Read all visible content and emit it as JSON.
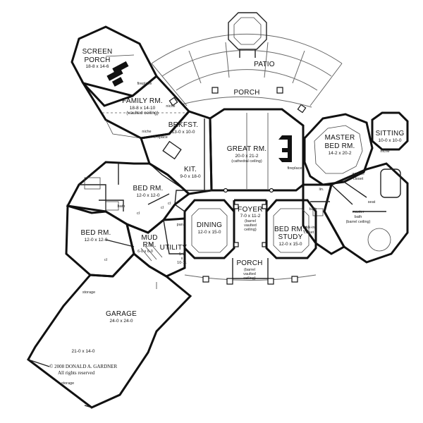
{
  "rooms": {
    "screen_porch": {
      "name_1": "SCREEN",
      "name_2": "PORCH",
      "dims": "18-8 x 14-6"
    },
    "family_rm": {
      "name": "FAMILY RM.",
      "dims": "18-8 x 14-10",
      "note": "(vaulted ceiling)"
    },
    "brkfst": {
      "name": "BRKFST.",
      "dims": "13-0 x 10-0"
    },
    "kit": {
      "name": "KIT.",
      "dims": "9-0 x 18-0"
    },
    "great_rm": {
      "name": "GREAT RM.",
      "dims": "20-0 x 21-2",
      "note": "(cathedral ceiling)"
    },
    "master_bed": {
      "name_1": "MASTER",
      "name_2": "BED RM.",
      "dims": "14-2 x 20-2"
    },
    "sitting": {
      "name": "SITTING",
      "dims": "10-0 x 10-0"
    },
    "patio": {
      "name": "PATIO"
    },
    "porch_rear": {
      "name": "PORCH"
    },
    "bed_rm_1": {
      "name": "BED RM.",
      "dims": "12-0 x 12-0"
    },
    "bed_rm_2": {
      "name": "BED RM.",
      "dims": "12-0 x 12-0"
    },
    "dining": {
      "name": "DINING",
      "dims": "12-0 x 15-0"
    },
    "foyer": {
      "name": "FOYER",
      "dims": "7-0 x 11-2",
      "note_1": "(barrel",
      "note_2": "vaulted",
      "note_3": "ceiling)"
    },
    "bed_study": {
      "name_1": "BED RM./",
      "name_2": "STUDY",
      "dims": "12-0 x 15-0"
    },
    "mud_rm": {
      "name_1": "MUD",
      "name_2": "RM.",
      "dims": "6-0 x 6-0"
    },
    "utility": {
      "name": "UTILITY",
      "dims_1": "5-7",
      "dims_2": "x",
      "dims_3": "10-11"
    },
    "porch_front": {
      "name": "PORCH",
      "note_1": "(barrel",
      "note_2": "vaulted",
      "note_3": "ceiling)"
    },
    "garage": {
      "name": "GARAGE",
      "dims": "24-0 x 24-0",
      "dims_2": "21-0 x 14-0"
    }
  },
  "labels": {
    "fireplace_family": "fireplace",
    "fireplace_great": "fireplace",
    "niche_family": "niche",
    "niche_kitchen": "niche",
    "niche_sitting": "niche",
    "e_space": "e-space",
    "walk_in_closet_master_1": "walk-in",
    "walk_in_closet_master_2": "closet",
    "master_bath_1": "master",
    "master_bath_2": "bath",
    "master_bath_3": "(barrel ceiling)",
    "seat": "seat",
    "lin": "lin.",
    "bath_master_side": "bath",
    "walk_in_study_1": "walk-in",
    "walk_in_study_2": "closet",
    "bath_beds": "bath",
    "pan": "pan.",
    "cl_1": "cl",
    "cl_2": "cl",
    "cl_3": "cl",
    "cl_4": "cl",
    "storage_1": "storage",
    "storage_2": "storage"
  },
  "copyright": {
    "line_1": "© 2008 DONALD A. GARDNER",
    "line_2": "All rights reserved"
  }
}
